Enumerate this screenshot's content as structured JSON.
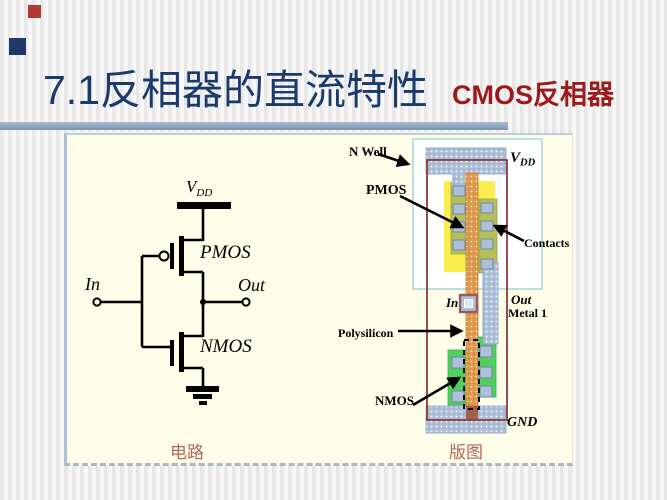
{
  "slide": {
    "title": "7.1反相器的直流特性",
    "subtitle": "CMOS反相器",
    "captions": {
      "circuit": "电路",
      "layout": "版图"
    },
    "colors": {
      "title": "#1B3A6B",
      "subtitle": "#9C1A1C",
      "rule": "#8299B9",
      "content_bg": "#FFFFE9",
      "caption_red": "#B4645A",
      "deco_red": "#B23A34",
      "deco_navy": "#20386A"
    }
  },
  "circuit": {
    "vdd_base": "V",
    "vdd_sub": "DD",
    "pmos": "PMOS",
    "nmos": "NMOS",
    "in_label": "In",
    "out_label": "Out"
  },
  "layout_fig": {
    "n_well": "N Well",
    "pmos": "PMOS",
    "contacts": "Contacts",
    "polysilicon": "Polysilicon",
    "nmos": "NMOS",
    "in_label": "In",
    "out_label": "Out",
    "metal1": "Metal 1",
    "gnd": "GND",
    "vdd_base": "V",
    "vdd_sub": "DD",
    "colors": {
      "metal": "#AEC0D8",
      "poly": "#DE9B51",
      "p_diffusion": "#B6BE58",
      "implant_yellow": "#FAED4E",
      "n_diffusion": "#4FD05C",
      "nwell_border": "#A5D6D2",
      "outline_maroon": "#8B3A3A"
    }
  }
}
